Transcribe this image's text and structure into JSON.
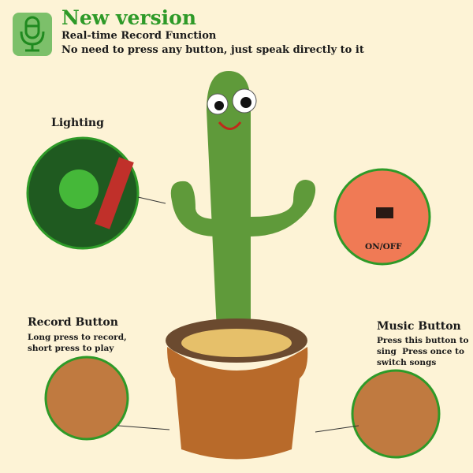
{
  "header": {
    "icon": "microphone-icon",
    "title": "New version",
    "line1": "Real-time Record Function",
    "line2": "No need to press any button, just speak directly to it"
  },
  "lighting": {
    "label": "Lighting"
  },
  "switch": {
    "label": "ON/OFF"
  },
  "record": {
    "title": "Record Button",
    "line1": "Long press to record,",
    "line2": "short press to play"
  },
  "music": {
    "title": "Music Button",
    "line1": "Press this button to",
    "line2": "sing  Press once to",
    "line3": "switch songs"
  },
  "colors": {
    "background": "#fdf3d6",
    "accent": "#2e9a28",
    "circle_border": "#2e9a28"
  }
}
